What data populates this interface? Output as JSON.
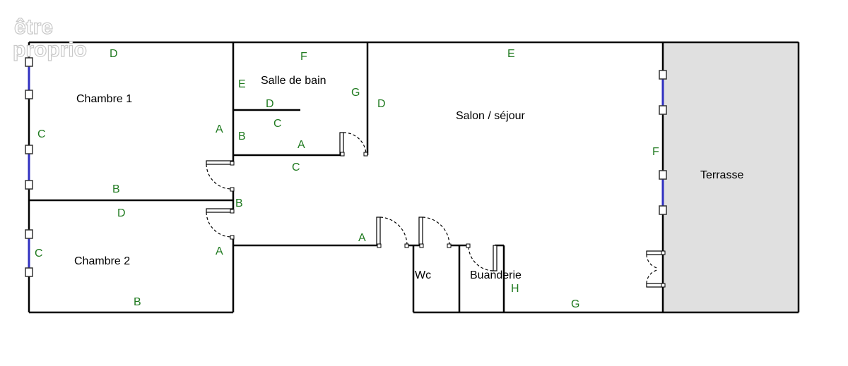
{
  "logo": {
    "line1": "être",
    "line2": "proprio"
  },
  "colors": {
    "wall": "#000000",
    "label": "#1f7a1f",
    "window": "#3030c0",
    "terrace": "#e0e0e0",
    "door_hinge": "#000000"
  },
  "rooms": {
    "chambre1": "Chambre 1",
    "chambre2": "Chambre 2",
    "salle_de_bain": "Salle de bain",
    "salon": "Salon / séjour",
    "terrasse": "Terrasse",
    "wc": "Wc",
    "buanderie": "Buanderie"
  },
  "wall_labels": {
    "ch1_top": "D",
    "ch1_left": "C",
    "ch1_right": "A",
    "ch1_bottom": "B",
    "ch2_top": "D",
    "ch2_left": "C",
    "ch2_right": "A",
    "ch2_bottom": "B",
    "corridor_b": "B",
    "sdb_top": "F",
    "sdb_left": "E",
    "sdb_right": "G",
    "sdb_inner_d": "D",
    "sdb_inner_c": "C",
    "sdb_inner_b": "B",
    "sdb_bottom_a": "A",
    "sdb_below_c": "C",
    "salon_top": "E",
    "salon_left": "D",
    "salon_right": "F",
    "salon_bottom": "G",
    "salon_a": "A",
    "buanderie_h": "H"
  }
}
